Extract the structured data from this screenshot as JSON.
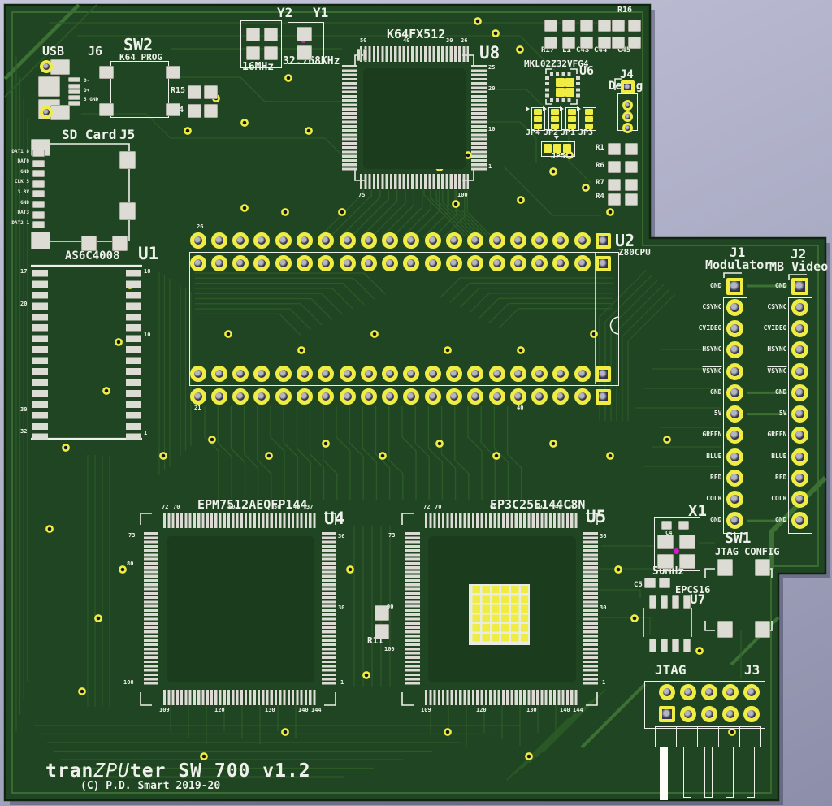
{
  "viewer": {
    "type": "pcb-3d-render"
  },
  "colors": {
    "background_top": "#c6c7da",
    "background_mid": "#b4b5cd",
    "background_bottom": "#8d8faa",
    "board": "#1f4523",
    "board_edge": "#10250f",
    "zone": "#1b3d1d",
    "trace": "#2d5b27",
    "pour": "#3d7133",
    "pad": "#dcdcd4",
    "gold": "#efec43",
    "silk": "#eef1e9",
    "hole": "#34344a",
    "holelite": "#b4b4c4",
    "magenta": "#d916cf",
    "shadow": "rgba(45,45,75,0.40)"
  },
  "title": {
    "prefix": "tran",
    "em": "ZPU",
    "suffix": "ter SW 700 v1.2",
    "copyright": "(C) P.D. Smart 2019-20"
  },
  "usb": {
    "label": "USB",
    "ref": "J6",
    "pins": [
      "D-",
      "D+",
      "5 GND"
    ]
  },
  "sw2": {
    "ref": "SW2",
    "value": "K64 PROG"
  },
  "r15": {
    "ref": "R15"
  },
  "r14": {
    "ref": "R14"
  },
  "sd": {
    "label": "SD Card",
    "ref": "J5",
    "pins": [
      "DAT1 8",
      "DAT0",
      "GND",
      "CLK 5",
      "3.3V",
      "GND",
      "DAT3",
      "DAT2 1"
    ]
  },
  "y2": {
    "ref": "Y2",
    "value": "16MHz"
  },
  "y1": {
    "ref": "Y1",
    "value": "32.768KHz"
  },
  "u8": {
    "ref": "U8",
    "value": "K64FX512",
    "pin_numbers": [
      "50",
      "40",
      "30",
      "26",
      "25",
      "20",
      "10",
      "1",
      "75",
      "100"
    ]
  },
  "rc_bank": {
    "r16": "R16",
    "labels": [
      "R17",
      "L1",
      "C43",
      "C44",
      "C45"
    ]
  },
  "u6": {
    "ref": "U6",
    "value": "MKL02Z32VFG4"
  },
  "jumpers": {
    "labels": [
      "JP4",
      "JP2",
      "JP1",
      "JP3"
    ],
    "jp5": "JP5"
  },
  "rbank": {
    "labels": [
      "R1",
      "R6",
      "R7",
      "R4"
    ]
  },
  "j4": {
    "ref": "J4",
    "label": "Debug"
  },
  "u2": {
    "ref": "U2",
    "value": "Z80CPU",
    "pin_numbers": [
      "26",
      "21",
      "40"
    ]
  },
  "u1": {
    "ref": "U1",
    "value": "AS6C4008",
    "pin_numbers": [
      "17",
      "20",
      "30",
      "32",
      "18",
      "10",
      "1"
    ]
  },
  "j1": {
    "ref": "J1",
    "label": "Modulator",
    "pins": [
      "GND",
      "CSYNC",
      "CVIDEO",
      "HSYNC",
      "VSYNC",
      "GND",
      "5V",
      "GREEN",
      "BLUE",
      "RED",
      "COLR",
      "GND"
    ],
    "overline": [
      "HSYNC",
      "VSYNC"
    ]
  },
  "j2": {
    "ref": "J2",
    "label": "MB Video",
    "pins": [
      "GND",
      "CSYNC",
      "CVIDEO",
      "HSYNC",
      "VSYNC",
      "GND",
      "5V",
      "GREEN",
      "BLUE",
      "RED",
      "COLR",
      "GND"
    ],
    "overline": [
      "HSYNC",
      "VSYNC"
    ]
  },
  "u4": {
    "ref": "U4",
    "value": "EPM7512AEQFP144",
    "pin_numbers": [
      "72",
      "70",
      "60",
      "50",
      "40",
      "37",
      "73",
      "80",
      "108",
      "36",
      "30",
      "1",
      "109",
      "120",
      "130",
      "140",
      "144"
    ]
  },
  "u5": {
    "ref": "U5",
    "value": "EP3C25E144C8N",
    "pin_numbers": [
      "72",
      "70",
      "60",
      "50",
      "40",
      "37",
      "73",
      "90",
      "100",
      "36",
      "30",
      "1",
      "109",
      "120",
      "130",
      "140",
      "144"
    ]
  },
  "r11": {
    "ref": "R11"
  },
  "x1": {
    "ref": "X1",
    "value": "50MHz",
    "c4": "C4"
  },
  "sw1": {
    "ref": "SW1",
    "label": "JTAG CONFIG"
  },
  "c5": {
    "ref": "C5"
  },
  "u7": {
    "ref": "U7",
    "value": "EPCS16"
  },
  "jtag": {
    "label": "JTAG",
    "ref": "J3"
  }
}
